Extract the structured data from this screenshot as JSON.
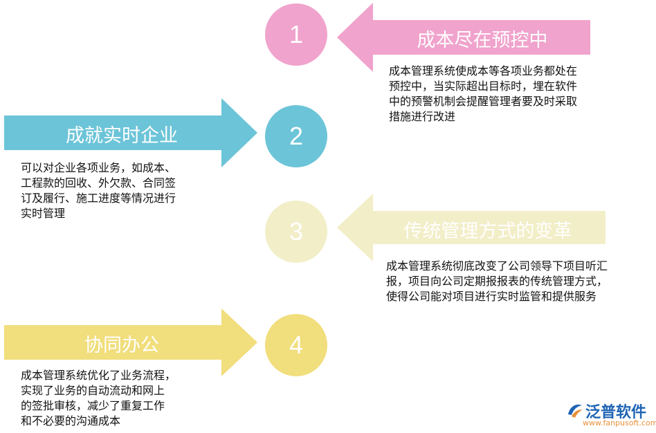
{
  "steps": [
    {
      "number": "1",
      "title": "成本尽在预控中",
      "color": "#f0a3cc",
      "lines": [
        "成本管理系统使成本等各项业务都处在",
        "预控中，当实际超出目标时，埋在软件",
        "中的预警机制会提醒管理者要及时采取",
        "措施进行改进"
      ]
    },
    {
      "number": "2",
      "title": "成就实时企业",
      "color": "#6cc4d8",
      "lines": [
        "可以对企业各项业务，如成本、",
        "工程款的回收、外欠款、合同签",
        "订及履行、施工进度等情况进行",
        "实时管理"
      ]
    },
    {
      "number": "3",
      "title": "传统管理方式的变革",
      "color": "#f2eec8",
      "lines": [
        "成本管理系统彻底改变了公司领导下项目听汇",
        "报，项目向公司定期报报表的传统管理方式，",
        "使得公司能对项目进行实时监管和提供服务"
      ]
    },
    {
      "number": "4",
      "title": "协同办公",
      "color": "#f1de7c",
      "lines": [
        "成本管理系统优化了业务流程，",
        "实现了业务的自动流动和网上",
        "的签批审核，减少了重复工作",
        "和不必要的沟通成本"
      ]
    }
  ],
  "logo": {
    "name": "泛普软件",
    "url": "www.fanpusoft.com",
    "icon": "fanpu-logo-icon",
    "color": "#1e64b4",
    "accent": "#e8913a"
  }
}
